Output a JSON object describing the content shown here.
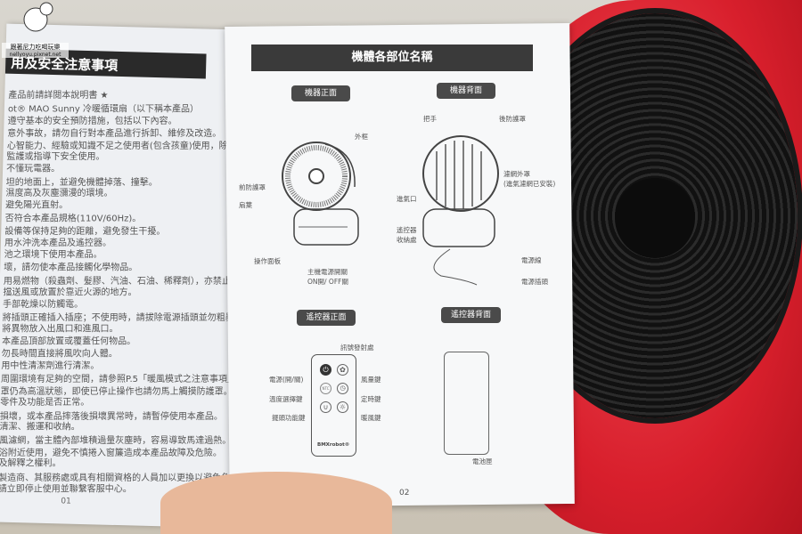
{
  "watermark": {
    "line1": "跟著尼力吃喝玩樂",
    "line2": "nellyoyu.pixnet.net"
  },
  "left_page": {
    "title": "用及安全注意事項",
    "lines": [
      "產品前請詳閱本說明書 ★",
      "ot® MAO Sunny 冷暖循環扇（以下稱本產品）",
      "遵守基本的安全預防措施，包括以下內容。",
      "意外事故，請勿自行對本產品進行拆卸、維修及改造。",
      "心智能力、經驗或知識不足之使用者(包含孩童)使用，除非在",
      "監護或指導下安全使用。",
      "不懂玩電器。",
      "坦的地面上，並避免機體掉落、撞擊。",
      "濕度高及灰塵瀰漫的環境。",
      "避免陽光直射。",
      "否符合本產品規格(110V/60Hz)。",
      "設備等保持足夠的距離，避免發生干擾。",
      "用水沖洗本產品及遙控器。",
      "池之環境下使用本產品。",
      "壞，請勿使本產品接觸化學物品。",
      "用易燃物（殺蟲劑、髮膠、汽油、石油、稀釋劑），亦禁止將",
      "擋送風或放置於靠近火源的地方。",
      "手部乾燥以防觸電。",
      "將插頭正確插入插座；不使用時，請拔除電源插頭並勿粗暴拉扯",
      "將異物放入出風口和進風口。",
      "本產品頂部放置或覆蓋任何物品。",
      "勿長時間直接將風吹向人體。",
      "用中性清潔劑進行清潔。",
      "周圍環境有足夠的空間，請參照P.5「暖風模式之注意事項」。",
      "罩仍為高溫狀態，即使已停止操作也請勿馬上觸摸防護罩。",
      "零件及功能是否正常。",
      "損壞，或本產品摔落後損壞異常時，請暫停使用本產品。",
      "清潔、搬運和收納。",
      "風濾網，當主體內部堆積過量灰塵時，容易導致馬達過熱。",
      "浴附近使用，避免不慎捲入窗簾造成本產品故障及危險。",
      "及解釋之權利。",
      "製造商、其服務處或具有相關資格的人員加以更換以避免危險。",
      "請立即停止使用並聯繫客服中心。"
    ],
    "page_number": "01"
  },
  "right_page": {
    "title": "機體各部位名稱",
    "front": {
      "badge": "機器正面",
      "labels": {
        "frame": "外框",
        "front_guard": "前防護罩",
        "blade": "扇葉",
        "panel": "操作面板",
        "switch": "主機電源開關",
        "switch2": "ON開/ OFF關"
      }
    },
    "back": {
      "badge": "機器背面",
      "labels": {
        "handle": "把手",
        "rear_guard": "後防護罩",
        "filter": "濾網外罩",
        "filter2": "(進氣濾網已安裝)",
        "inlet": "進氣口",
        "remote_store": "遙控器",
        "remote_store2": "收納處",
        "cord": "電源線",
        "plug": "電源插頭"
      }
    },
    "remote_front": {
      "badge": "遙控器正面",
      "labels": {
        "emitter": "訊號發射處",
        "power": "電源(開/關)",
        "temp": "溫度選擇鍵",
        "swing": "擺頭功能鍵",
        "fan": "風量鍵",
        "timer": "定時鍵",
        "heat": "暖風鍵"
      },
      "ntc": "NTC",
      "brand": "BMXrobot®"
    },
    "remote_back": {
      "badge": "遙控器背面",
      "labels": {
        "battery": "電池匣"
      }
    },
    "page_number": "02"
  }
}
